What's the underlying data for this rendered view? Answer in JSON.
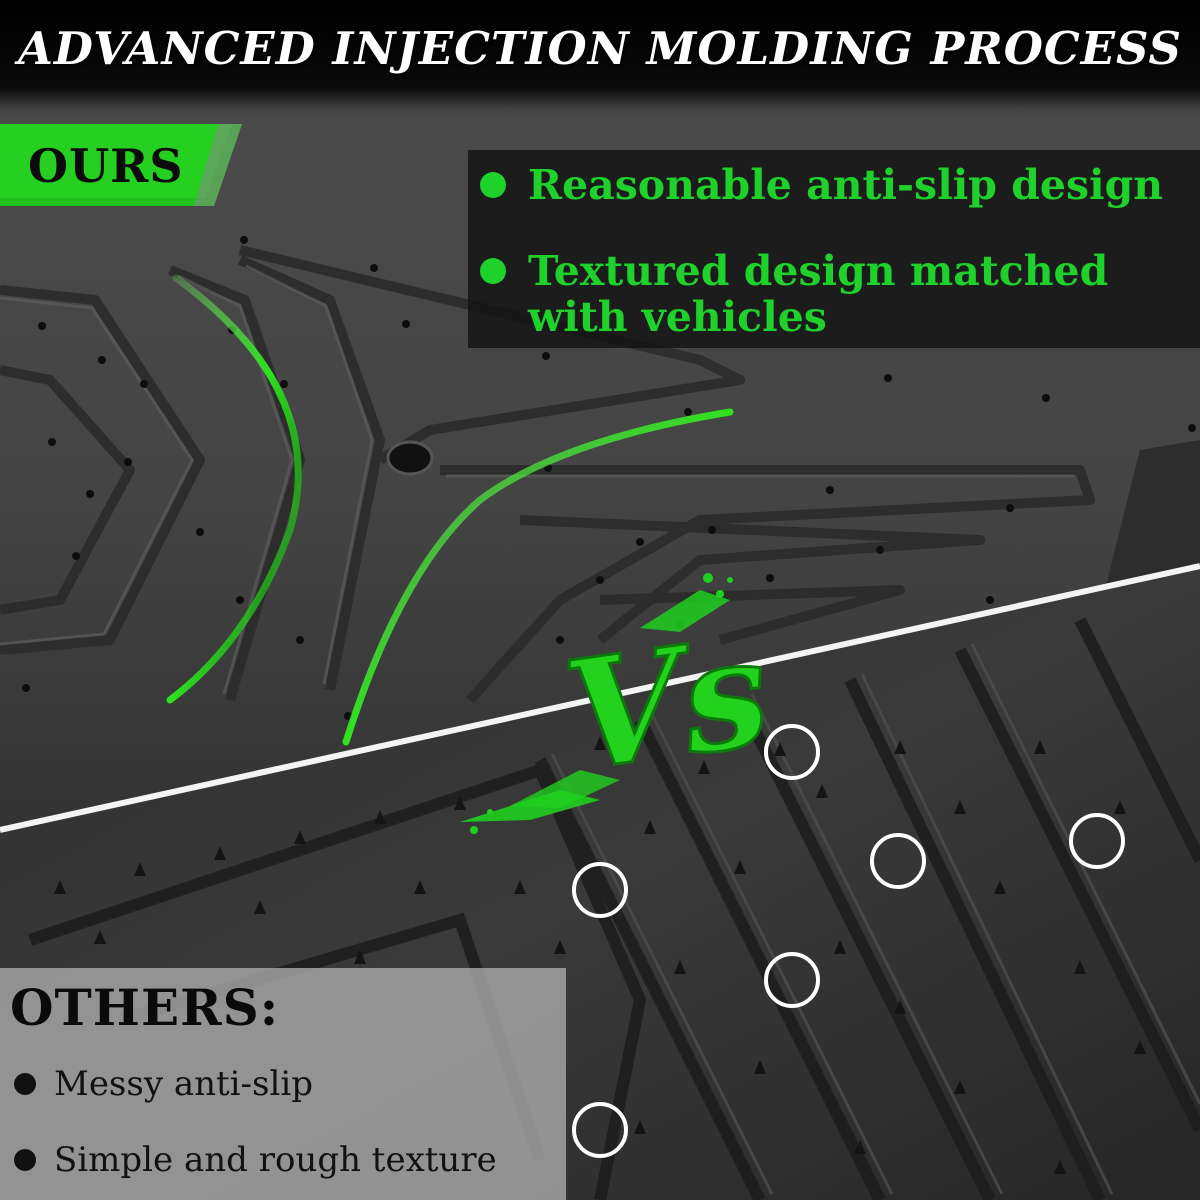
{
  "headline": "ADVANCED INJECTION MOLDING PROCESS",
  "ours": {
    "label": "OURS",
    "points": [
      "Reasonable anti-slip design",
      "Textured design matched with vehicles"
    ]
  },
  "vs_label": "Vs",
  "others": {
    "label": "OTHERS:",
    "points": [
      "Messy anti-slip",
      "Simple and rough texture"
    ]
  },
  "colors": {
    "accent_green": "#1fd12b",
    "badge_green": "#22c21e",
    "text_white": "#ffffff",
    "dark_panel": "#121212",
    "light_panel": "#aaaaaa"
  },
  "icons": {
    "bullet": "filled-circle",
    "highlight": "ring-outline"
  }
}
